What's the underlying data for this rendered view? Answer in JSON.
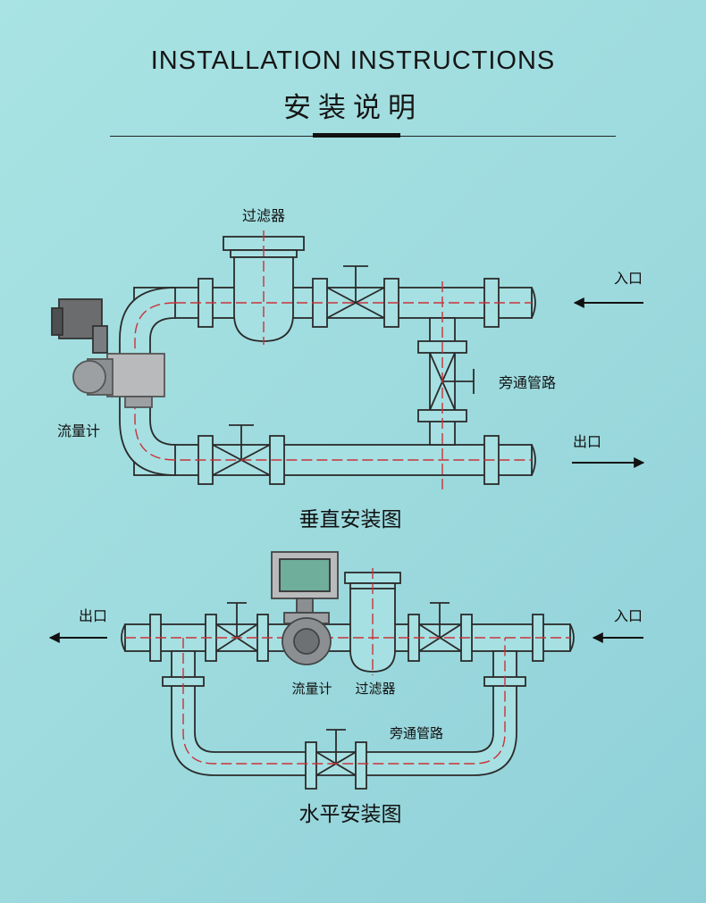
{
  "header": {
    "title_en": "INSTALLATION INSTRUCTIONS",
    "title_cn": "安装说明"
  },
  "vertical": {
    "filter_label": "过滤器",
    "inlet_label": "入口",
    "outlet_label": "出口",
    "bypass_label": "旁通管路",
    "meter_label": "流量计",
    "caption": "垂直安装图"
  },
  "horizontal": {
    "outlet_label": "出口",
    "inlet_label": "入口",
    "meter_label": "流量计",
    "filter_label": "过滤器",
    "bypass_label": "旁通管路",
    "caption": "水平安装图"
  },
  "colors": {
    "pipe_stroke": "#2b2b2b",
    "pipe_fill": "#a6e0e2",
    "centerline": "#c8323a",
    "meter_body": "#8c8f92",
    "display_screen": "#6fae9a"
  }
}
